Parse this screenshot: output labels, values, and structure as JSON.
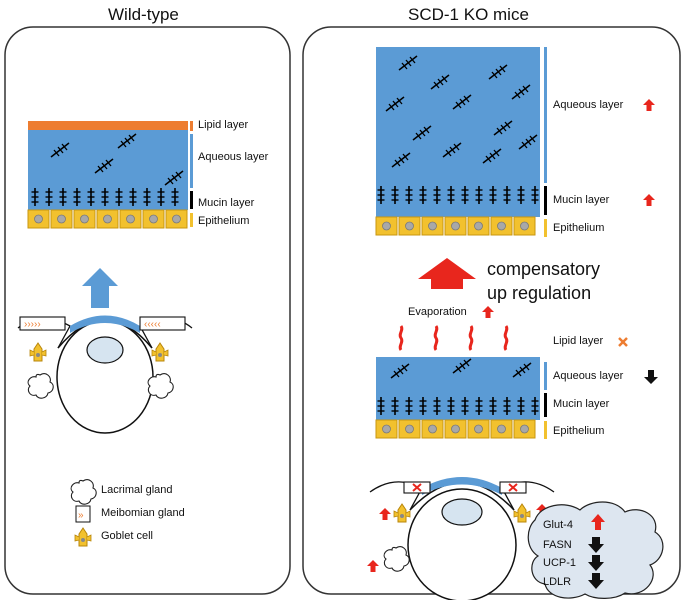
{
  "panels": {
    "wild_type": {
      "title": "Wild-type",
      "layers": {
        "lipid": "Lipid layer",
        "aqueous": "Aqueous layer",
        "mucin": "Mucin layer",
        "epithelium": "Epithelium"
      },
      "legend": {
        "lacrimal": "Lacrimal gland",
        "meibomian": "Meibomian gland",
        "goblet": "Goblet cell"
      }
    },
    "ko": {
      "title": "SCD-1 KO mice",
      "upper_layers": {
        "aqueous": "Aqueous layer",
        "mucin": "Mucin layer",
        "epithelium": "Epithelium"
      },
      "compensatory": [
        "compensatory",
        "up regulation"
      ],
      "evaporation": "Evaporation",
      "lower_layers": {
        "lipid": "Lipid layer",
        "aqueous": "Aqueous layer",
        "mucin": "Mucin layer",
        "epithelium": "Epithelium"
      },
      "genes": [
        {
          "name": "Glut-4",
          "change": "up"
        },
        {
          "name": "FASN",
          "change": "down"
        },
        {
          "name": "UCP-1",
          "change": "down"
        },
        {
          "name": "LDLR",
          "change": "down"
        }
      ]
    }
  },
  "colors": {
    "aqueous": "#5b9bd5",
    "lipid": "#ed7d31",
    "epithelium": "#f2c12e",
    "up_arrow": "#e8261d",
    "down_arrow": "#111111"
  }
}
